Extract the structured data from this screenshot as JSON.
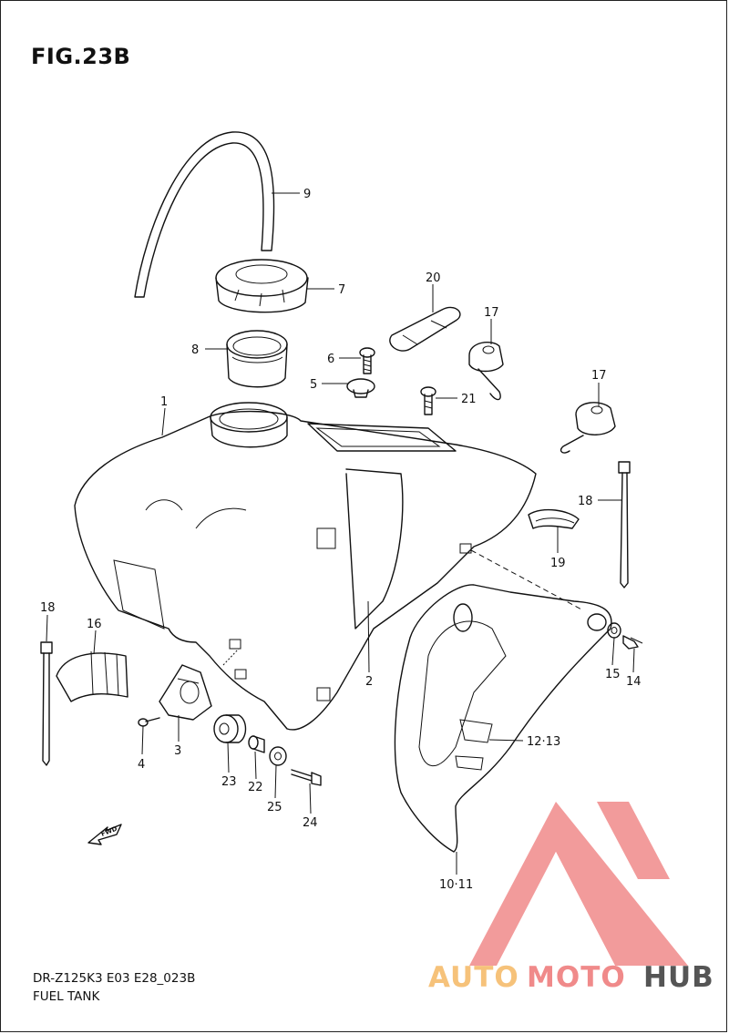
{
  "figure": {
    "title": "FIG.23B",
    "model_code": "DR-Z125K3 E03 E28_023B",
    "assembly_name": "FUEL TANK"
  },
  "callouts": [
    {
      "id": "c1",
      "label": "1"
    },
    {
      "id": "c2",
      "label": "2"
    },
    {
      "id": "c3",
      "label": "3"
    },
    {
      "id": "c4",
      "label": "4"
    },
    {
      "id": "c5",
      "label": "5"
    },
    {
      "id": "c6",
      "label": "6"
    },
    {
      "id": "c7",
      "label": "7"
    },
    {
      "id": "c8",
      "label": "8"
    },
    {
      "id": "c9",
      "label": "9"
    },
    {
      "id": "c10",
      "label": "10·11"
    },
    {
      "id": "c12",
      "label": "12·13"
    },
    {
      "id": "c14",
      "label": "14"
    },
    {
      "id": "c15",
      "label": "15"
    },
    {
      "id": "c16",
      "label": "16"
    },
    {
      "id": "c17a",
      "label": "17"
    },
    {
      "id": "c17b",
      "label": "17"
    },
    {
      "id": "c18a",
      "label": "18"
    },
    {
      "id": "c18b",
      "label": "18"
    },
    {
      "id": "c19",
      "label": "19"
    },
    {
      "id": "c20",
      "label": "20"
    },
    {
      "id": "c21",
      "label": "21"
    },
    {
      "id": "c22",
      "label": "22"
    },
    {
      "id": "c23",
      "label": "23"
    },
    {
      "id": "c24",
      "label": "24"
    },
    {
      "id": "c25",
      "label": "25"
    }
  ],
  "fwd_arrow": {
    "label": "FWD"
  },
  "watermark": {
    "text_auto": "AUTO",
    "text_moto": "MOTO",
    "text_hub": "HUB",
    "color_primary": "#f08a8a",
    "color_auto": "#f6c27a",
    "color_hub": "#555555"
  }
}
